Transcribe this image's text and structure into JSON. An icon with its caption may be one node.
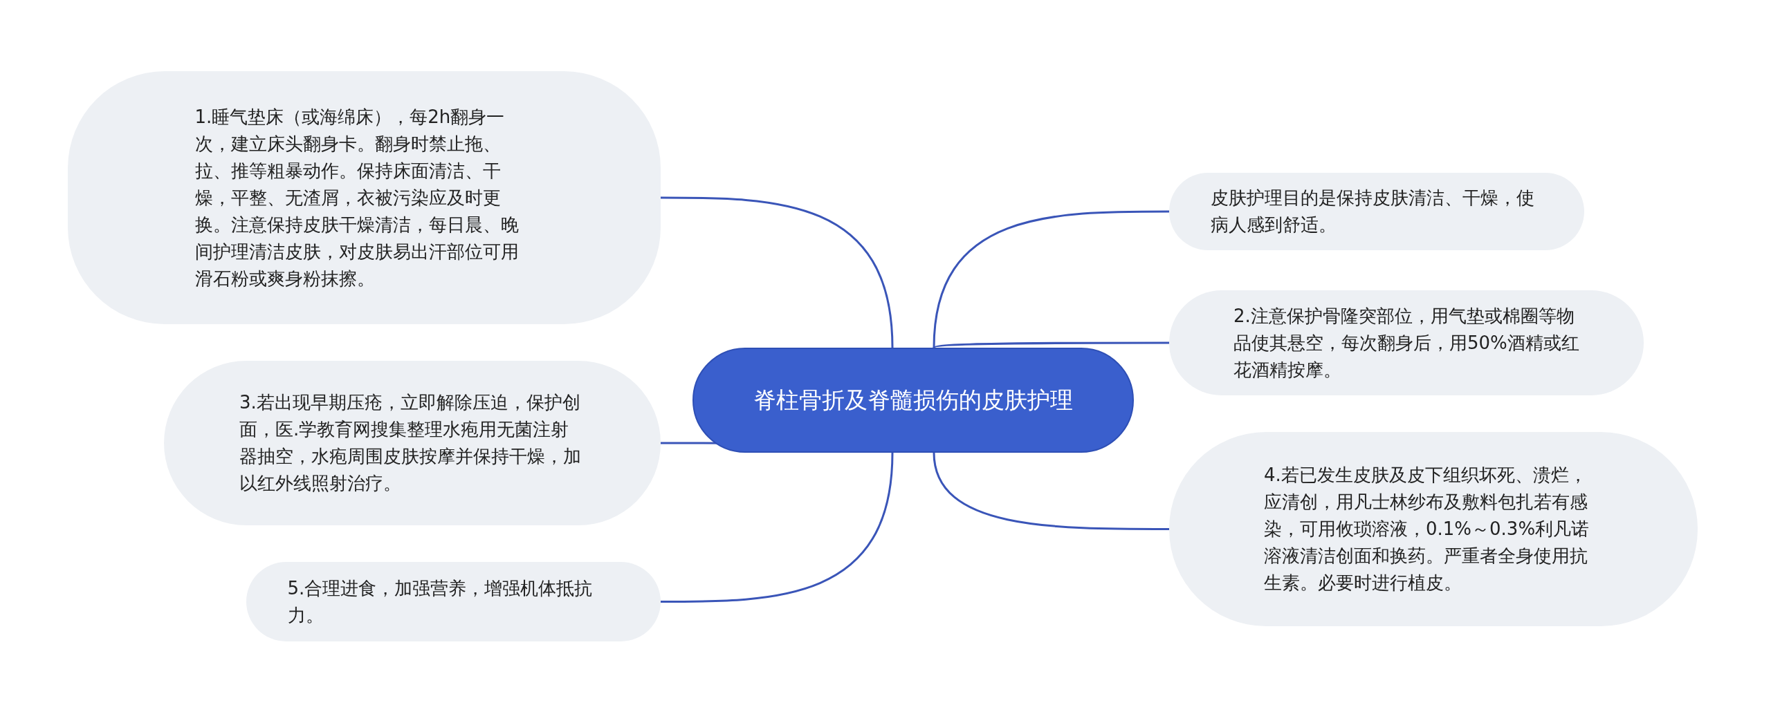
{
  "diagram": {
    "nodes": [
      {
        "text": [
          "脊柱骨折及脊髓损伤的皮肤护理"
        ]
      },
      {
        "text": [
          "1.睡气垫床（或海绵床），每2h翻身一次，建立床头翻身卡。翻身时禁止拖、拉、推等粗暴动作。保持床面清洁、干燥，平整、无渣屑，衣被污染应及时更换。注意保持皮肤干燥清洁，每日晨、晚间护理清洁皮肤，对皮肤易出汗部位可用滑石粉或爽身粉抹擦。"
        ]
      },
      {
        "text": [
          "皮肤护理目的是保持皮肤清洁、干燥，使病人感到舒适。"
        ]
      },
      {
        "text": [
          "2.注意保护骨隆突部位，用气垫或棉圈等物品使其悬空，每次翻身后，用50%酒精或红花酒精按摩。"
        ]
      },
      {
        "text": [
          "3.若出现早期压疮，立即解除压迫，保护创面，医.学教育网搜集整理水疱用无菌注射器抽空，水疱周围皮肤按摩并保持干燥，加以红外线照射治疗。"
        ]
      },
      {
        "text": [
          "4.若已发生皮肤及皮下组织坏死、溃烂，应清创，用凡士林纱布及敷料包扎若有感染，可用攸琐溶液，0.1%～0.3%利凡诺溶液清洁创面和换药。严重者全身使用抗生素。必要时进行植皮。"
        ]
      },
      {
        "text": [
          "5.合理进食，加强营养，增强机体抵抗力。"
        ]
      }
    ],
    "edges": [
      {
        "from": 0,
        "to": 1,
        "arrow": "none"
      },
      {
        "from": 0,
        "to": 2,
        "arrow": "none"
      },
      {
        "from": 0,
        "to": 3,
        "arrow": "none"
      },
      {
        "from": 0,
        "to": 4,
        "arrow": "none"
      },
      {
        "from": 0,
        "to": 5,
        "arrow": "none"
      },
      {
        "from": 0,
        "to": 6,
        "arrow": "none"
      }
    ]
  }
}
